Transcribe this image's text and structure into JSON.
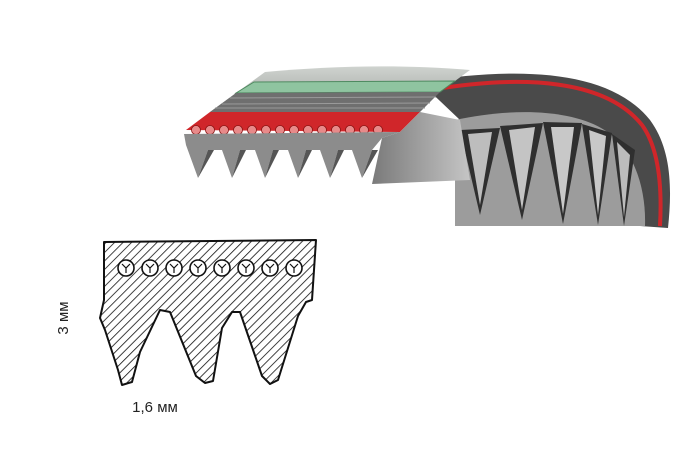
{
  "figure": {
    "height_label": "3 мм",
    "pitch_label": "1,6 мм"
  },
  "belt_3d": {
    "rib_count_visible": 6,
    "colors": {
      "body": "#8c8c8c",
      "body_dark": "#3a3a3a",
      "cord_layer": "#d0262a",
      "cover_top": "#8fc4a0",
      "fabric": "#707070"
    }
  },
  "profile": {
    "rib_count": 3,
    "cord_count": 8,
    "hatch_color": "#111111"
  }
}
